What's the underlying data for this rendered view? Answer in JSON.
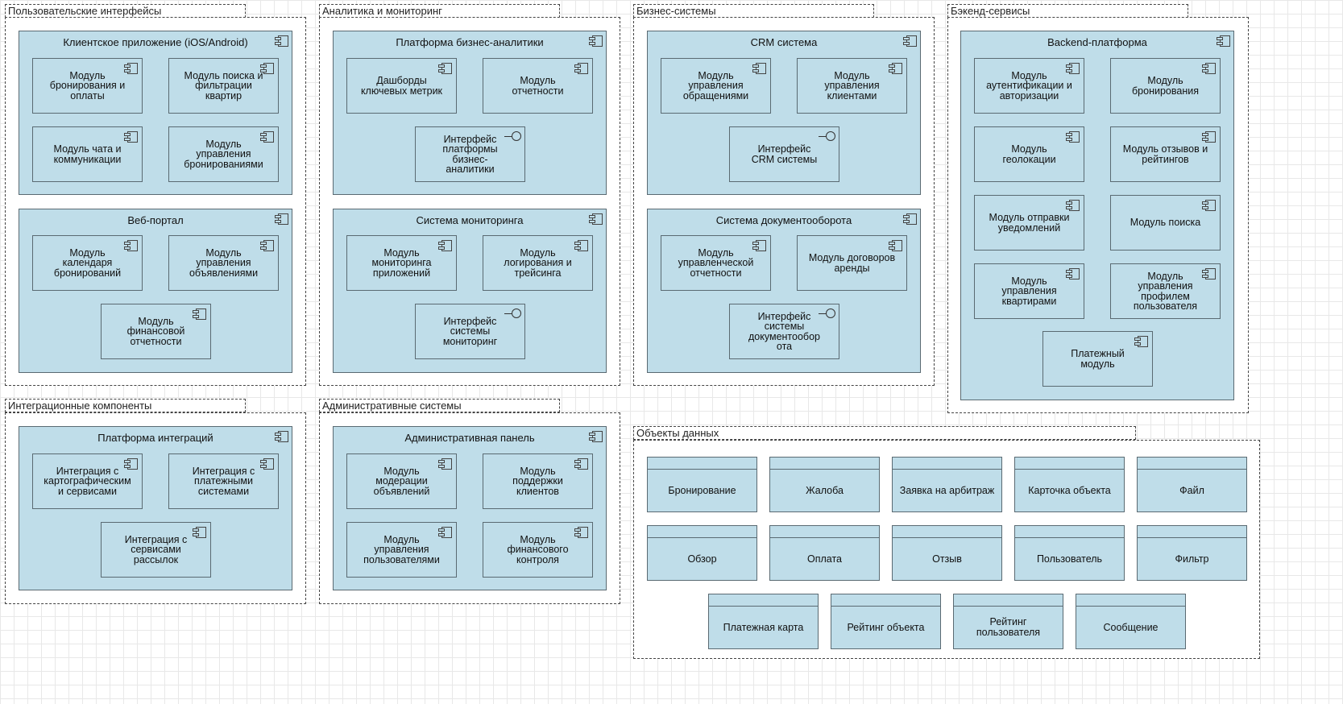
{
  "packages": {
    "ui": {
      "title": "Пользовательские интерфейсы",
      "client_app": {
        "title": "Клиентское приложение (iOS/Android)",
        "modules": [
          "Модуль\nбронирования и\nоплаты",
          "Модуль поиска и\nфильтрации\nквартир",
          "Модуль чата и\nкоммуникации",
          "Модуль\nуправления\nбронированиями"
        ]
      },
      "web_portal": {
        "title": "Веб-портал",
        "modules": [
          "Модуль\nкалендаря\nбронирований",
          "Модуль\nуправления\nобъявлениями",
          "Модуль\nфинансовой\nотчетности"
        ]
      }
    },
    "analytics": {
      "title": "Аналитика и мониторинг",
      "bi": {
        "title": "Платформа бизнес-аналитики",
        "modules": [
          "Дашборды\nключевых метрик",
          "Модуль\nотчетности"
        ],
        "interface": "Интерфейс\nплатформы\nбизнес-\nаналитики"
      },
      "monitoring": {
        "title": "Система мониторинга",
        "modules": [
          "Модуль\nмониторинга\nприложений",
          "Модуль\nлогирования и\nтрейсинга"
        ],
        "interface": "Интерфейс\nсистемы\nмониторинг"
      }
    },
    "business": {
      "title": "Бизнес-системы",
      "crm": {
        "title": "CRM система",
        "modules": [
          "Модуль\nуправления\nобращениями",
          "Модуль\nуправления\nклиентами"
        ],
        "interface": "Интерфейс\nCRM системы"
      },
      "edm": {
        "title": "Система документооборота",
        "modules": [
          "Модуль\nуправленческой\nотчетности",
          "Модуль договоров\nаренды"
        ],
        "interface": "Интерфейс\nсистемы\nдокументообор\nота"
      }
    },
    "backend": {
      "title": "Бэкенд-сервисы",
      "platform": {
        "title": "Backend-платформа",
        "modules": [
          "Модуль\nаутентификации и\nавторизации",
          "Модуль\nбронирования",
          "Модуль\nгеолокации",
          "Модуль отзывов и\nрейтингов",
          "Модуль отправки\nуведомлений",
          "Модуль поиска",
          "Модуль\nуправления\nквартирами",
          "Модуль\nуправления\nпрофилем\nпользователя",
          "Платежный\nмодуль"
        ]
      }
    },
    "integration": {
      "title": "Интеграционные компоненты",
      "platform": {
        "title": "Платформа интеграций",
        "modules": [
          "Интеграция с\nкартографическим\nи сервисами",
          "Интеграция с\nплатежными\nсистемами",
          "Интеграция с\nсервисами\nрассылок"
        ]
      }
    },
    "admin": {
      "title": "Административные системы",
      "panel": {
        "title": "Административная панель",
        "modules": [
          "Модуль\nмодерации\nобъявлений",
          "Модуль\nподдержки\nклиентов",
          "Модуль\nуправления\nпользователями",
          "Модуль\nфинансового\nконтроля"
        ]
      }
    },
    "data": {
      "title": "Объекты данных",
      "entities": [
        "Бронирование",
        "Жалоба",
        "Заявка на арбитраж",
        "Карточка объекта",
        "Файл",
        "Обзор",
        "Оплата",
        "Отзыв",
        "Пользователь",
        "Фильтр",
        "Платежная карта",
        "Рейтинг объекта",
        "Рейтинг\nпользователя",
        "Сообщение"
      ]
    }
  }
}
